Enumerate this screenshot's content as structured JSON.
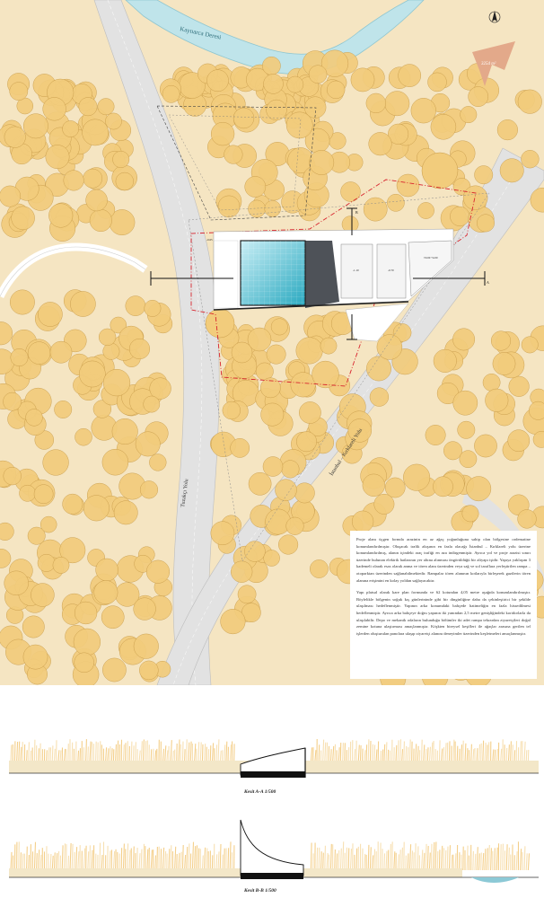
{
  "plan": {
    "river_label": "Kaynarca Deresi",
    "area_label": "3254 m²",
    "road_left_label": "Tuzakçı Yolu",
    "road_main_label": "İstanbul – Kırklareli Yolu",
    "section_marker_a": "A",
    "section_marker_b": "B",
    "levels": [
      "-0.65",
      "-1.10",
      "-0.70",
      "±0.00 +4.00"
    ],
    "colors": {
      "ground": "#f5e5c2",
      "tree": "#f2cc7c",
      "tree_stroke": "#c79b4a",
      "river": "#bfe4ea",
      "water_dark": "#37b4c8",
      "road": "#e2e2e2",
      "redline": "#d8242e"
    }
  },
  "description": {
    "paragraph_1": "Proje alanı üçgen formda arazinin en az ağaç yoğunluğuna sahip olan bölgesine ordematine konumlandırılmıştır. Oluşacak trafik akışının en fazla olacağı İstanbul – Kırklareli yolu üzerine konumlandırılmış, alanın içindeki araç trafiği en aza indirgenmiştir. Ayrıca yol ve proje arazisi sınırı üzerinde bulunan elektrik hatlarının yer altına alınması öngörüldüğü bir altyapı işidir. Yapıya yaklaşım 3 kademeli olarak esas olarak anma ve tören alanı üzerinden veya sağ ve sol taraflara yerleştirilen rampa – otoparktan üzerinden sağlanabilmektedir. Rampalar tören alanının kotlarıyla birleşerek gazilerin tören alanına erişimini en kolay yoldan sağlayacaktır.",
    "paragraph_2": "Yapı platsal olarak kare plan formunda ve 62 kotundan 4,05 metre aşağıda konumlandırılmıştır. Böylelikle bölgenin soğuk kış günlerininde gibi bir dinginliğine daha da çekinleştirici bir şekilde ulaşılması hedeflenmiştir. Yapının arka konumdaki bahçede hatimeliğin en fazla hissedilmesi hedeflenmiştir. Ayrıca arka bahçeye doğru yapının iki yanından 2,5 metre genişliğindeki koridorlarla da ulaşılabilir. Depo ve mekanik odaların bulunduğu bölümler iki adet rampa tekrardan ziyaretçileri doğal zemine kotuna ulaştırması amaçlanmıştır. Köşkten bireysel keşifleri ile ağaçlar arasına gerilen tel işlerden oluşturulan panolara ulaşıp ziyaretçi alanını deneyimler üzerinden keşfetmeleri amaçlanmıştır."
  },
  "sections": {
    "caption_a": "Kesit A-A 1/500",
    "caption_b": "Kesit B-B 1/500"
  }
}
